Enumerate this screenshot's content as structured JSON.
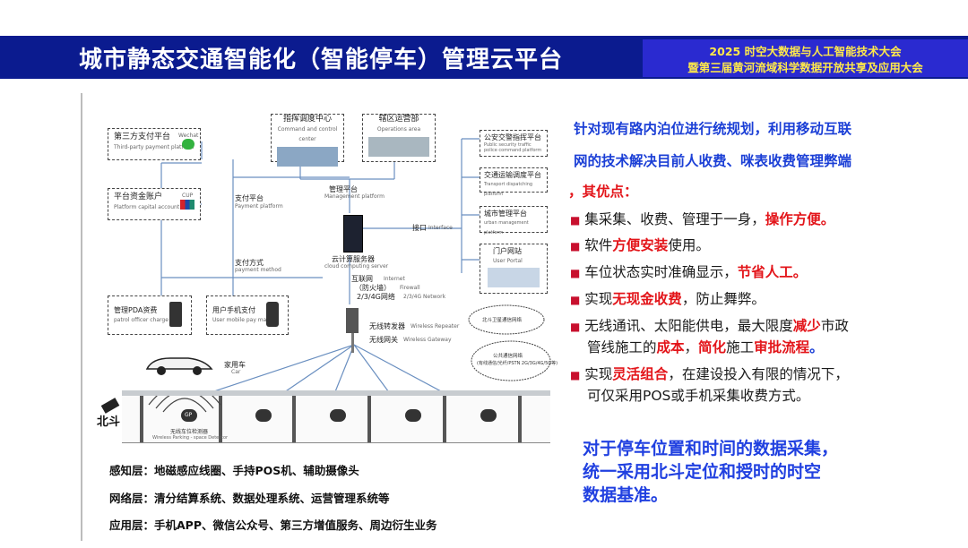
{
  "header": {
    "title": "城市静态交通智能化（智能停车）管理云平台",
    "conference_line1": "2025 时空大数据与人工智能技术大会",
    "conference_line2": "暨第三届黄河流域科学数据开放共享及应用大会"
  },
  "diagram": {
    "command_center": {
      "label": "指挥调度中心",
      "sub": "Command and control center"
    },
    "operations": {
      "label": "辖区运营部",
      "sub": "Operations area"
    },
    "third_party_pay": {
      "label": "第三方支付平台",
      "sub": "Third-party payment platform",
      "tag": "Wechat"
    },
    "capital_account": {
      "label": "平台资金账户",
      "sub": "Platform capital account",
      "tag": "CUP"
    },
    "payment_platform": {
      "label": "支付平台",
      "sub": "Payment platform"
    },
    "management_platform": {
      "label": "管理平台",
      "sub": "Management platform"
    },
    "payment_method": {
      "label": "支付方式",
      "sub": "payment method"
    },
    "cloud_server": {
      "label": "云计算服务器",
      "sub": "cloud computing server"
    },
    "interface": {
      "label": "接口",
      "sub": "Interface"
    },
    "internet": {
      "label": "互联网",
      "sub": "Internet"
    },
    "firewall": {
      "label": "（防火墙）",
      "sub": "Firewall"
    },
    "network": {
      "label": "2/3/4G网络",
      "sub": "2/3/4G Network"
    },
    "repeater": {
      "label": "无线转发器",
      "sub": "Wireless Repeater"
    },
    "gateway": {
      "label": "无线网关",
      "sub": "Wireless Gateway"
    },
    "pda": {
      "label": "管理PDA资费",
      "sub": "patrol officer charge"
    },
    "mobile_pay": {
      "label": "用户手机支付",
      "sub": "User mobile pay mail"
    },
    "public_security": {
      "label": "公安交警指挥平台",
      "sub": "Public security traffic police command platform"
    },
    "transport": {
      "label": "交通运输调度平台",
      "sub": "Transport dispatching platform"
    },
    "urban_mgmt": {
      "label": "城市管理平台",
      "sub": "urban management platform"
    },
    "portal": {
      "label": "门户网站",
      "sub": "User Portal"
    },
    "car": {
      "label": "家用车",
      "sub": "Car"
    },
    "beidou": "北斗",
    "detector": {
      "label": "无线车位检测器",
      "sub": "Wireless Parking - space Detector"
    },
    "cloud_beidou": "北斗卫星通信网络",
    "cloud_public": "公共通信网络",
    "cloud_public_sub": "(有线通信/光纤/PSTN 2G/3G/4G/5G等)",
    "detector_badge": "GP"
  },
  "right": {
    "intro_line1": "针对现有路内泊位进行统规划，利用移动互联",
    "intro_line2": "网的技术解决目前人收费、咪表收费管理弊端",
    "intro_line3": "，其优点：",
    "bullets": [
      {
        "pre": "集采集、收费、管理于一身，",
        "hl": "操作方便。",
        "post": ""
      },
      {
        "pre": "软件",
        "hl": "方便安装",
        "post": "使用。"
      },
      {
        "pre": "车位状态实时准确显示，",
        "hl": "节省人工。",
        "post": ""
      },
      {
        "pre": "实现",
        "hl": "无现金收费",
        "post": "，防止舞弊。"
      }
    ],
    "bullet5_a": "无线通讯、太阳能供电，最大限度",
    "bullet5_b": "减少",
    "bullet5_c": "市政",
    "bullet5_d": "管线施工的",
    "bullet5_e": "成本",
    "bullet5_f": "，",
    "bullet5_g": "简化",
    "bullet5_h": "施工",
    "bullet5_i": "审批流程",
    "bullet5_j": "。",
    "bullet6_a": "实现",
    "bullet6_b": "灵活组合",
    "bullet6_c": "，在建设投入有限的情况下，",
    "bullet6_d": "可仅采用POS或手机采集收费方式。",
    "bullet_marker": "■"
  },
  "layers": [
    "感知层：地磁感应线圈、手持POS机、辅助摄像头",
    "网络层：清分结算系统、数据处理系统、运营管理系统等",
    "应用层：手机APP、微信公众号、第三方增值服务、周边衍生业务"
  ],
  "summary": [
    "对于停车位置和时间的数据采集，",
    "统一采用北斗定位和授时的时空",
    "数据基准。"
  ],
  "colors": {
    "header_bg": "#0b1b8f",
    "conf_bg": "#2a2ad0",
    "conf_text": "#ffe94a",
    "highlight_red": "#e3151a",
    "highlight_blue": "#1b3fd6"
  }
}
